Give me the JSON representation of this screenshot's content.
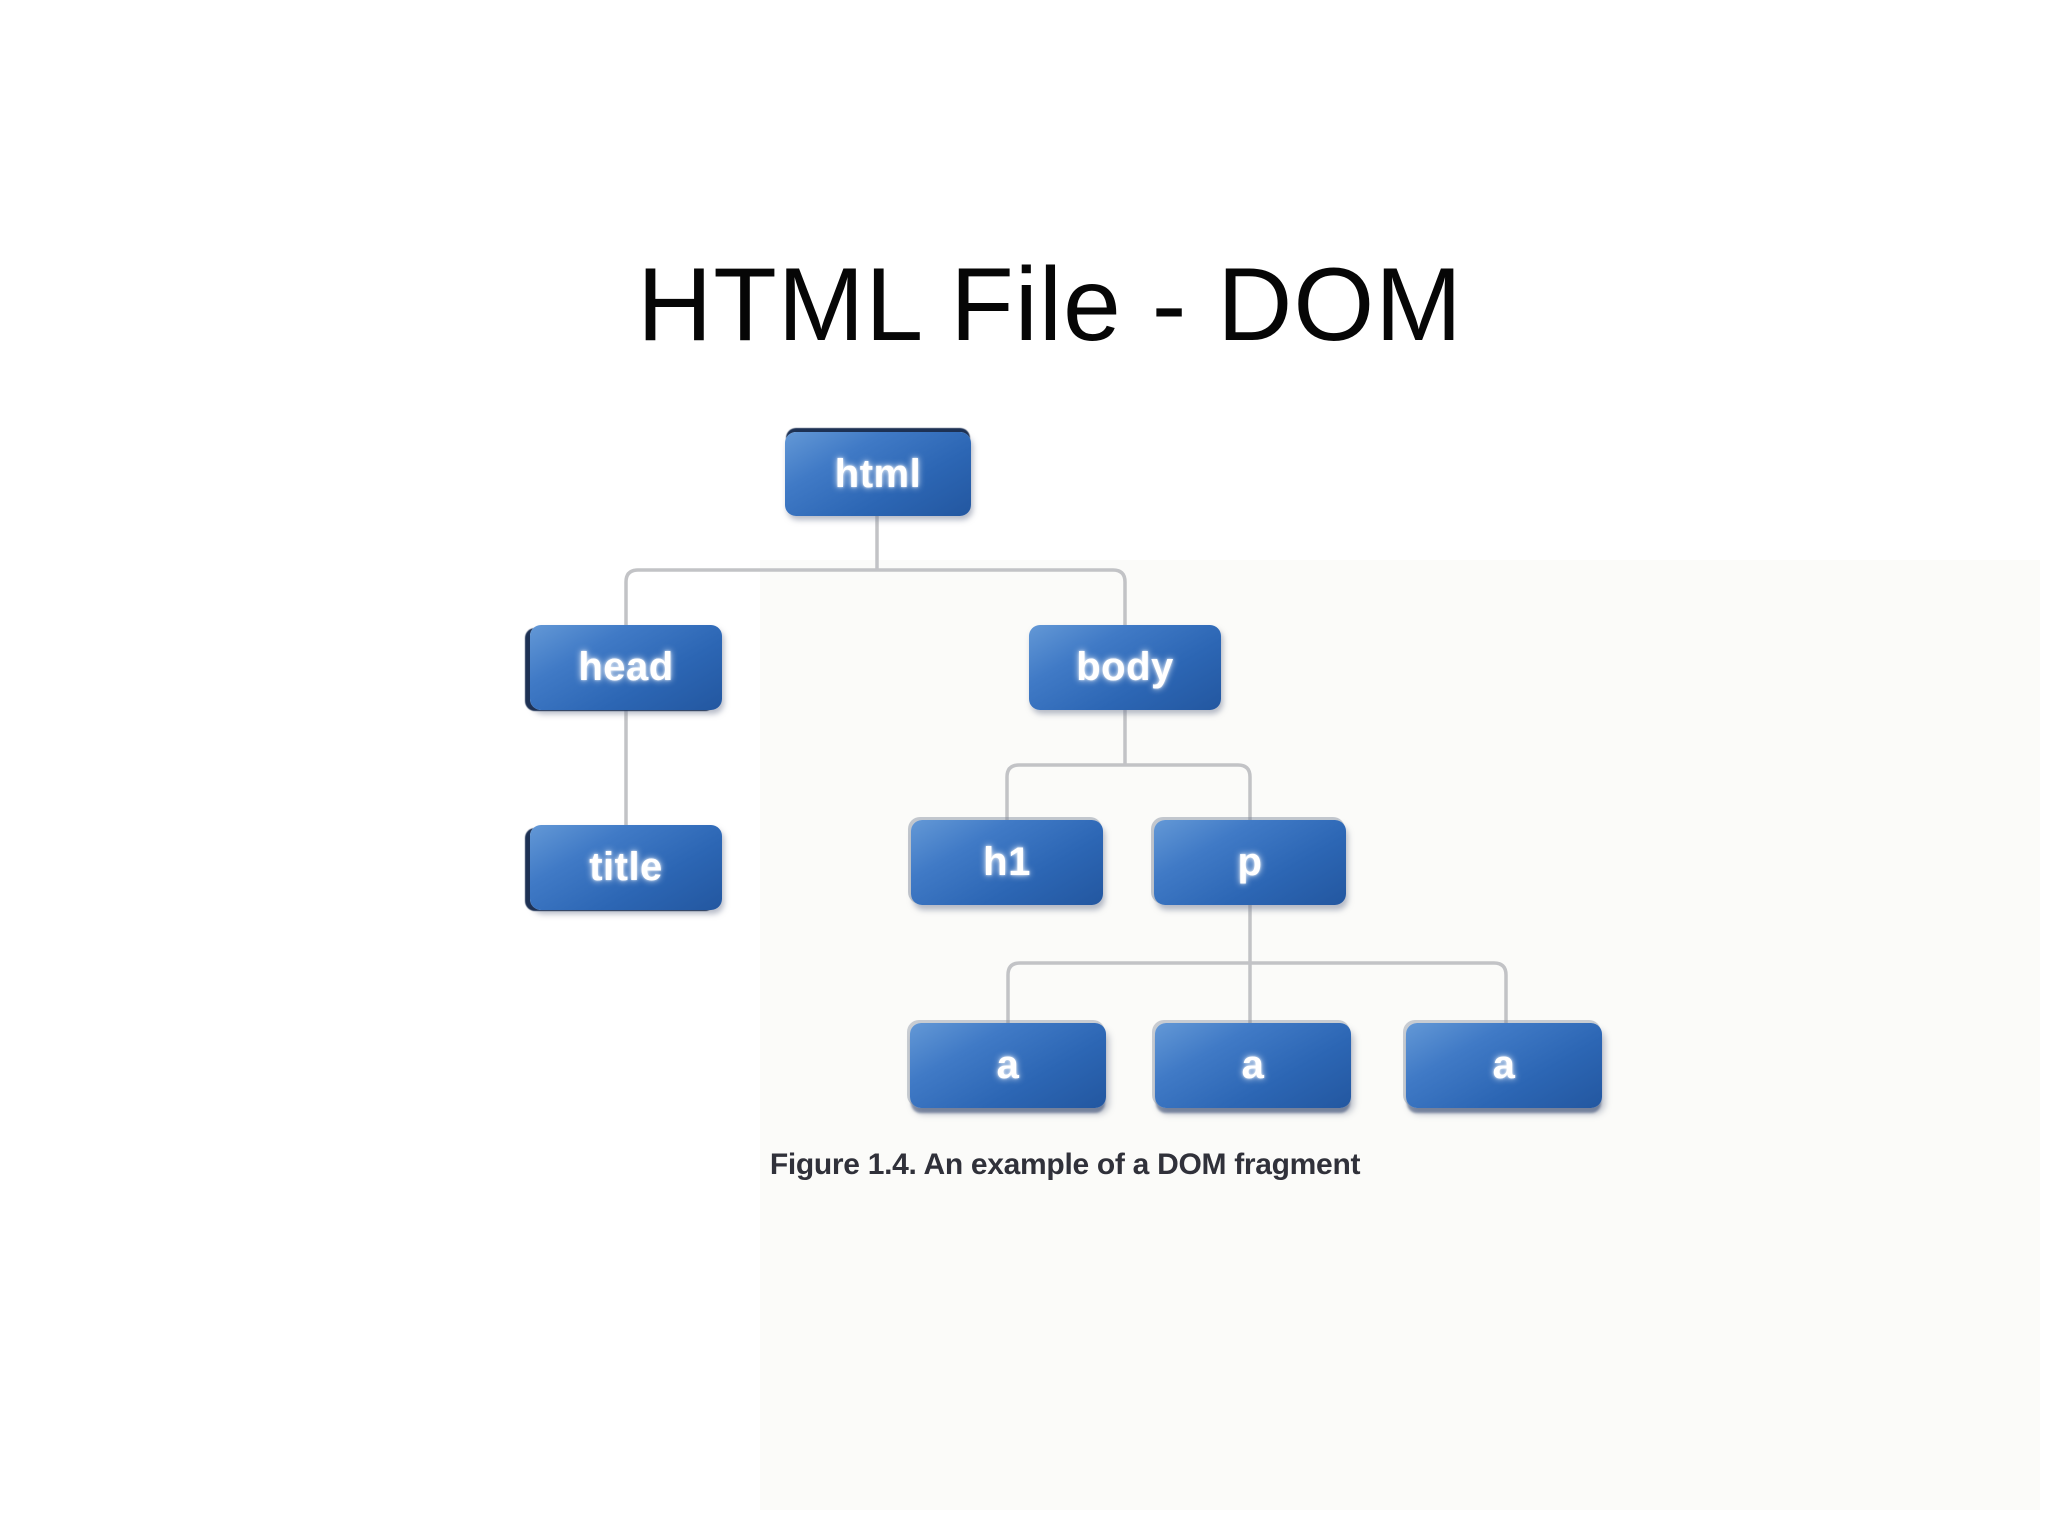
{
  "slide": {
    "title": "HTML File - DOM",
    "background": "#ffffff"
  },
  "figure": {
    "type": "tree-diagram",
    "caption": "Figure 1.4. An example of a DOM fragment",
    "nodes": [
      {
        "id": "html",
        "label": "html",
        "parent": null
      },
      {
        "id": "head",
        "label": "head",
        "parent": "html"
      },
      {
        "id": "body",
        "label": "body",
        "parent": "html"
      },
      {
        "id": "title",
        "label": "title",
        "parent": "head"
      },
      {
        "id": "h1",
        "label": "h1",
        "parent": "body"
      },
      {
        "id": "p",
        "label": "p",
        "parent": "body"
      },
      {
        "id": "a1",
        "label": "a",
        "parent": "p"
      },
      {
        "id": "a2",
        "label": "a",
        "parent": "p"
      },
      {
        "id": "a3",
        "label": "a",
        "parent": "p"
      }
    ],
    "edges": [
      "html-head",
      "html-body",
      "head-title",
      "body-h1",
      "body-p",
      "p-a1",
      "p-a2",
      "p-a3"
    ],
    "colors": {
      "node_gradient_top": "#6398d6",
      "node_gradient_bottom": "#2357a0",
      "node_text": "#ffffff",
      "connector": "#c2c3c6",
      "caption_text": "#30313a",
      "shadow_dark": "#1d3154"
    }
  }
}
